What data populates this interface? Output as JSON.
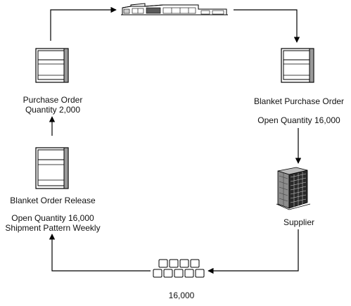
{
  "labels": {
    "po_title": "Purchase Order",
    "po_qty": "Quantity 2,000",
    "bpo_title": "Blanket Purchase Order",
    "bpo_qty": "Open Quantity 16,000",
    "supplier": "Supplier",
    "qty_16000": "16,000",
    "release_title": "Blanket Order Release",
    "release_qty": "Open Quantity 16,000",
    "release_pattern": "Shipment Pattern Weekly"
  },
  "icons": {
    "warehouse": "warehouse-icon",
    "document": "document-icon",
    "building": "supplier-building-icon",
    "boxes": "boxes-icon"
  },
  "colors": {
    "line": "#000000",
    "doc_fill": "#ffffff",
    "doc_band": "#9a9a9a",
    "building_dark": "#2a2a2a",
    "building_light": "#8c8c8c"
  }
}
